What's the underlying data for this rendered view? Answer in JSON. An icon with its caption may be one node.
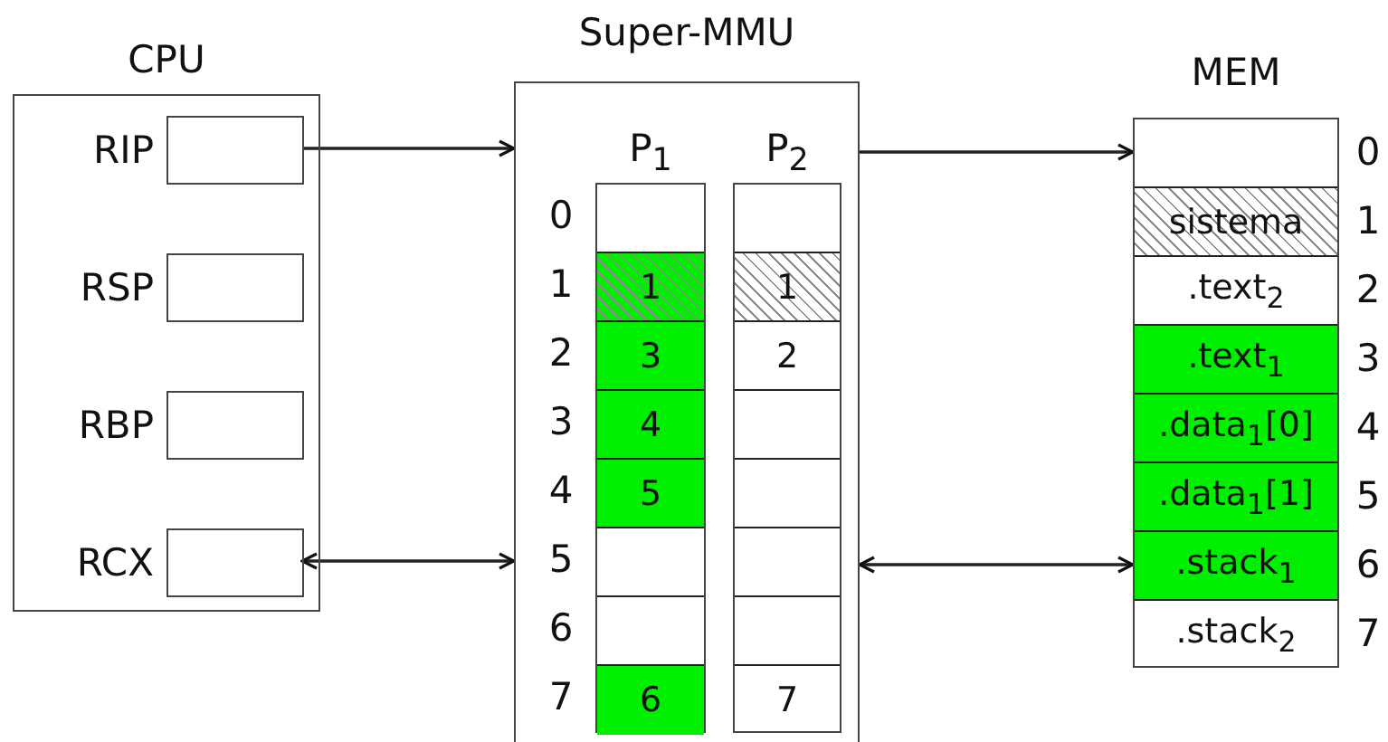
{
  "diagram": {
    "nodes": [
      {
        "text": [
          "CPU"
        ]
      },
      {
        "text": [
          "RIP"
        ],
        "in": 0
      },
      {
        "text": [
          "RSP"
        ],
        "in": 0
      },
      {
        "text": [
          "RBP"
        ],
        "in": 0
      },
      {
        "text": [
          "RCX"
        ],
        "in": 0
      },
      {
        "text": [
          "Super-MMU"
        ]
      },
      {
        "text": [
          "P$_{1}$"
        ],
        "in": 5
      },
      {
        "text": [],
        "shape": "box",
        "in": 6
      },
      {
        "text": [
          "1"
        ],
        "in": 6
      },
      {
        "text": [
          "3"
        ],
        "in": 6
      },
      {
        "text": [
          "4"
        ],
        "in": 6
      },
      {
        "text": [
          "5"
        ],
        "in": 6
      },
      {
        "text": [],
        "shape": "box",
        "in": 6
      },
      {
        "text": [],
        "shape": "box",
        "in": 6
      },
      {
        "text": [
          "6"
        ],
        "in": 6
      },
      {
        "text": [
          "P$_{2}$"
        ],
        "in": 5
      },
      {
        "text": [],
        "shape": "box",
        "in": 15
      },
      {
        "text": [
          "1"
        ],
        "in": 15
      },
      {
        "text": [
          "2"
        ],
        "in": 15
      },
      {
        "text": [],
        "shape": "box",
        "in": 15
      },
      {
        "text": [],
        "shape": "box",
        "in": 15
      },
      {
        "text": [],
        "shape": "box",
        "in": 15
      },
      {
        "text": [],
        "shape": "box",
        "in": 15
      },
      {
        "text": [
          "7"
        ],
        "in": 15
      },
      {
        "text": [
          "MEM"
        ]
      },
      {
        "text": [],
        "shape": "box",
        "in": 24
      },
      {
        "text": [
          "sistema"
        ],
        "in": 24
      },
      {
        "text": [
          ".text$_{2}$"
        ],
        "in": 24
      },
      {
        "text": [
          ".text$_{1}$"
        ],
        "in": 24
      },
      {
        "text": [
          ".data$_{1}$[0]"
        ],
        "in": 24
      },
      {
        "text": [
          ".data$_{1}$[1]"
        ],
        "in": 24
      },
      {
        "text": [
          ".stack$_{1}$"
        ],
        "in": 24
      },
      {
        "text": [
          ".stack$_{2}$"
        ],
        "in": 24
      }
    ],
    "edges": [
      {
        "from": 1,
        "to": 5,
        "arrow": "to"
      },
      {
        "from": 4,
        "to": 5,
        "arrow": "both"
      },
      {
        "from": 5,
        "to": 25,
        "arrow": "to"
      },
      {
        "from": 5,
        "to": 31,
        "arrow": "both"
      }
    ],
    "labels": [
      "0",
      "1",
      "2",
      "3",
      "4",
      "5",
      "6",
      "7",
      "0",
      "1",
      "2",
      "3",
      "4",
      "5",
      "6",
      "7"
    ]
  }
}
